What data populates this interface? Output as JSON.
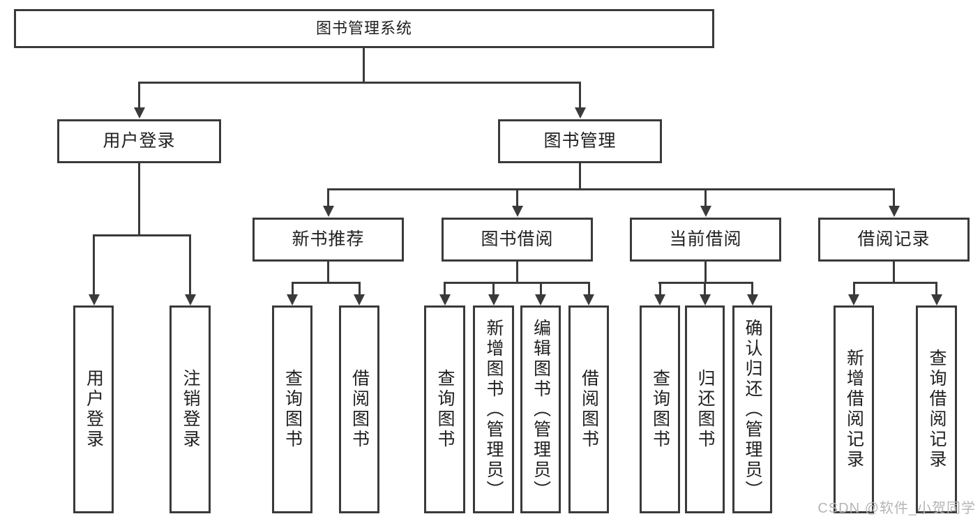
{
  "diagram": {
    "root": {
      "label": "图书管理系统"
    },
    "level2": {
      "user_login": {
        "label": "用户登录"
      },
      "book_mgmt": {
        "label": "图书管理"
      }
    },
    "level3": {
      "new_books": {
        "label": "新书推荐"
      },
      "book_borrow": {
        "label": "图书借阅"
      },
      "current_borrow": {
        "label": "当前借阅"
      },
      "borrow_records": {
        "label": "借阅记录"
      }
    },
    "leaves": {
      "user": [
        "用户登录",
        "注销登录"
      ],
      "new_books": [
        "查询图书",
        "借阅图书"
      ],
      "book_borrow": [
        "查询图书",
        "新增图书（管理员）",
        "编辑图书（管理员）",
        "借阅图书"
      ],
      "current_borrow": [
        "查询图书",
        "归还图书",
        "确认归还（管理员）"
      ],
      "borrow_records": [
        "新增借阅记录",
        "查询借阅记录"
      ]
    }
  },
  "watermark": "CSDN @软件_小贺同学",
  "colors": {
    "line": "#3a3a3a",
    "text": "#1f1f1f",
    "watermark": "#b5b5b5",
    "background": "#ffffff"
  }
}
